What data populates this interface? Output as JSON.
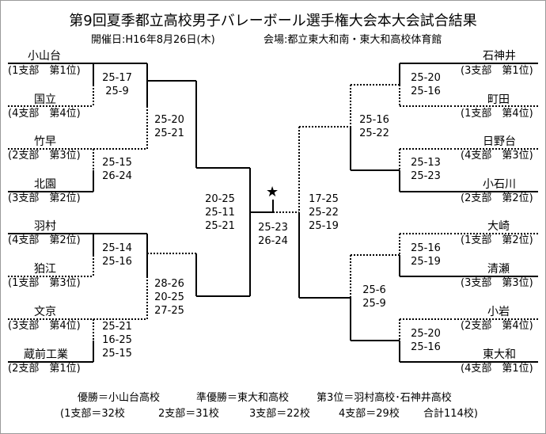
{
  "title": "第9回夏季都立高校男子バレーボール選手権大会本大会試合結果",
  "date_line": "開催日:H16年8月26日(木)",
  "venue_line": "会場:都立東大和南・東大和高校体育館",
  "left_teams": [
    {
      "name": "小山台",
      "conf": "(1支部　第1位)"
    },
    {
      "name": "国立",
      "conf": "(4支部　第4位)"
    },
    {
      "name": "竹早",
      "conf": "(2支部　第3位)"
    },
    {
      "name": "北園",
      "conf": "(3支部　第2位)"
    },
    {
      "name": "羽村",
      "conf": "(4支部　第2位)"
    },
    {
      "name": "狛江",
      "conf": "(1支部　第3位)"
    },
    {
      "name": "文京",
      "conf": "(3支部　第4位)"
    },
    {
      "name": "蔵前工業",
      "conf": "(2支部　第1位)"
    }
  ],
  "right_teams": [
    {
      "name": "石神井",
      "conf": "(3支部　第1位)"
    },
    {
      "name": "町田",
      "conf": "(1支部　第4位)"
    },
    {
      "name": "日野台",
      "conf": "(4支部　第3位)"
    },
    {
      "name": "小石川",
      "conf": "(2支部　第2位)"
    },
    {
      "name": "大崎",
      "conf": "(1支部　第2位)"
    },
    {
      "name": "清瀬",
      "conf": "(3支部　第3位)"
    },
    {
      "name": "小岩",
      "conf": "(2支部　第4位)"
    },
    {
      "name": "東大和",
      "conf": "(4支部　第1位)"
    }
  ],
  "scores": {
    "l_r1_a": [
      "25-17",
      "25-9"
    ],
    "l_r1_b": [
      "25-15",
      "26-24"
    ],
    "l_r1_c": [
      "25-14",
      "25-16"
    ],
    "l_r1_d": [
      "25-21",
      "16-25",
      "25-15"
    ],
    "l_r2_a": [
      "25-20",
      "25-21"
    ],
    "l_r2_b": [
      "28-26",
      "20-25",
      "27-25"
    ],
    "l_semi": [
      "20-25",
      "25-11",
      "25-21"
    ],
    "final": [
      "25-23",
      "26-24"
    ],
    "r_semi": [
      "17-25",
      "25-22",
      "25-19"
    ],
    "r_r2_a": [
      "25-16",
      "25-22"
    ],
    "r_r2_b": [
      "25-6",
      "25-9"
    ],
    "r_r1_a": [
      "25-20",
      "25-16"
    ],
    "r_r1_b": [
      "25-13",
      "25-23"
    ],
    "r_r1_c": [
      "25-16",
      "25-19"
    ],
    "r_r1_d": [
      "25-20",
      "25-16"
    ]
  },
  "star": "★",
  "footer": {
    "winner": "優勝＝小山台高校",
    "runner_up": "準優勝＝東大和高校",
    "third": "第3位＝羽村高校･石神井高校",
    "c1": "(1支部＝32校",
    "c2": "2支部＝31校",
    "c3": "3支部＝22校",
    "c4": "4支部＝29校",
    "total": "合計114校)"
  }
}
